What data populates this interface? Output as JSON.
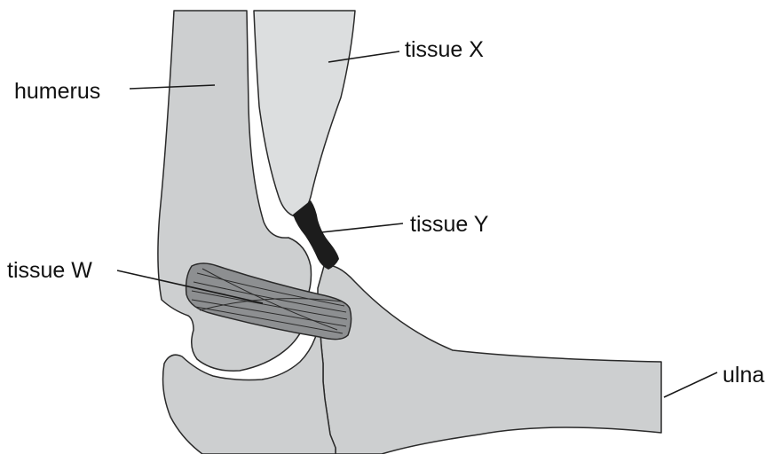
{
  "labels": {
    "humerus": "humerus",
    "tissue_x": "tissue X",
    "tissue_y": "tissue Y",
    "tissue_w": "tissue W",
    "ulna": "ulna"
  },
  "colors": {
    "bone": "#cdcfd0",
    "tissue_x": "#dcdedf",
    "tissue_y": "#1c1c1c",
    "tissue_w": "#8d8f91",
    "outline": "#2a2a2a",
    "background": "#ffffff"
  }
}
